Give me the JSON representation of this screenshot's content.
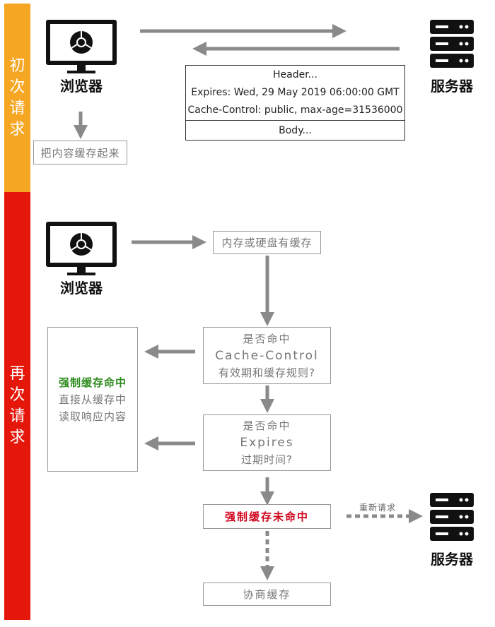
{
  "sections": {
    "first": {
      "label": "初次请求",
      "color": "#f5a623"
    },
    "second": {
      "label": "再次请求",
      "color": "#e5170a"
    }
  },
  "first_request": {
    "browser_label": "浏览器",
    "server_label": "服务器",
    "response": {
      "header": "Header...",
      "expires": "Expires: Wed, 29 May 2019 06:00:00 GMT",
      "cache_control": "Cache-Control: public, max-age=31536000",
      "body": "Body..."
    },
    "cache_step": "把内容缓存起来"
  },
  "second_request": {
    "browser_label": "浏览器",
    "server_label": "服务器",
    "memory_disk": "内存或硬盘有缓存",
    "check_cc": {
      "line1": "是否命中",
      "line2": "Cache-Control",
      "line3": "有效期和缓存规则?"
    },
    "check_expires": {
      "line1": "是否命中",
      "line2": "Expires",
      "line3": "过期时间?"
    },
    "hit": {
      "title": "强制缓存命中",
      "line2": "直接从缓存中",
      "line3": "读取响应内容"
    },
    "miss": "强制缓存未命中",
    "rerequest": "重新请求",
    "negotiate": "协商缓存"
  },
  "colors": {
    "hit": "#2e8b1e",
    "miss": "#d0021b",
    "arrow": "#8a8a8a"
  }
}
